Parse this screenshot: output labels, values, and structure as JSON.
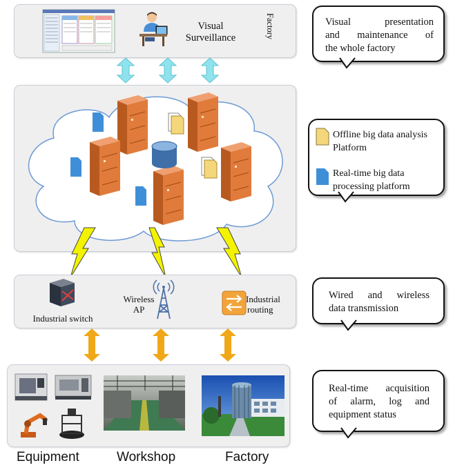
{
  "top_layer": {
    "title_line1": "Visual",
    "title_line2": "Surveillance",
    "side_label": "Factory"
  },
  "bubbles": {
    "visual": [
      "Visual presentation",
      "and maintenance of",
      "the whole factory"
    ],
    "platforms": {
      "offline_line1": "Offline big data analysis",
      "offline_line2": "Platform",
      "realtime_line1": "Real-time big data",
      "realtime_line2": "processing platform"
    },
    "transmission": [
      "Wired and wireless",
      "data transmission"
    ],
    "acquisition": [
      "Real-time acquisition",
      "of alarm, log and",
      "equipment status"
    ]
  },
  "network_layer": {
    "switch_label": "Industrial switch",
    "ap_line1": "Wireless",
    "ap_line2": "AP",
    "router_line1": "Industrial",
    "router_line2": "routing"
  },
  "bottom_labels": {
    "equipment": "Equipment",
    "workshop": "Workshop",
    "factory": "Factory"
  },
  "colors": {
    "up_down_arrow_light": "#8fe3ee",
    "up_down_arrow_gold": "#f0a818",
    "server_orange": "#e07b3c",
    "lightning": "#f3f300",
    "doc_yellow": "#f4d77a",
    "doc_blue": "#3f8fd8"
  }
}
